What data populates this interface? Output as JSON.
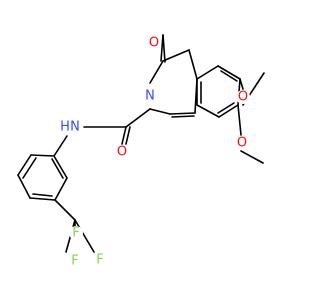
{
  "molecule": {
    "atoms": {
      "o_carbonyl_ring": {
        "symbol": "O",
        "color": "#ff0d0d"
      },
      "o_methoxy_upper": {
        "symbol": "O",
        "color": "#ff0d0d"
      },
      "o_methoxy_lower": {
        "symbol": "O",
        "color": "#ff0d0d"
      },
      "n_ring": {
        "symbol": "N",
        "color": "#3050f8"
      },
      "o_amide": {
        "symbol": "O",
        "color": "#ff0d0d"
      },
      "nh_amide": {
        "symbol": "N",
        "color": "#3050f8"
      },
      "h_amide": {
        "symbol": "H",
        "color": "#3050f8"
      },
      "f_upper": {
        "symbol": "F",
        "color": "#8fd151"
      },
      "f_left": {
        "symbol": "F",
        "color": "#8fd151"
      },
      "f_right": {
        "symbol": "F",
        "color": "#8fd151"
      }
    }
  }
}
